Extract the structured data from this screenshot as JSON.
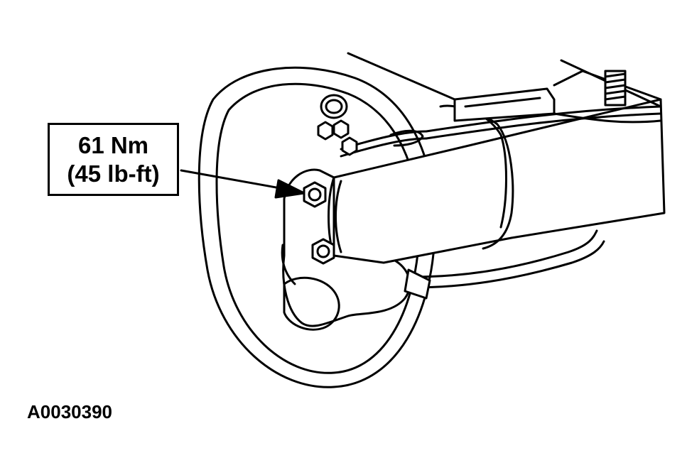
{
  "callout": {
    "torque_metric": "61 Nm",
    "torque_imperial": "(45 lb-ft)"
  },
  "figure_id": "A0030390",
  "colors": {
    "ink": "#000000",
    "paper": "#ffffff"
  }
}
